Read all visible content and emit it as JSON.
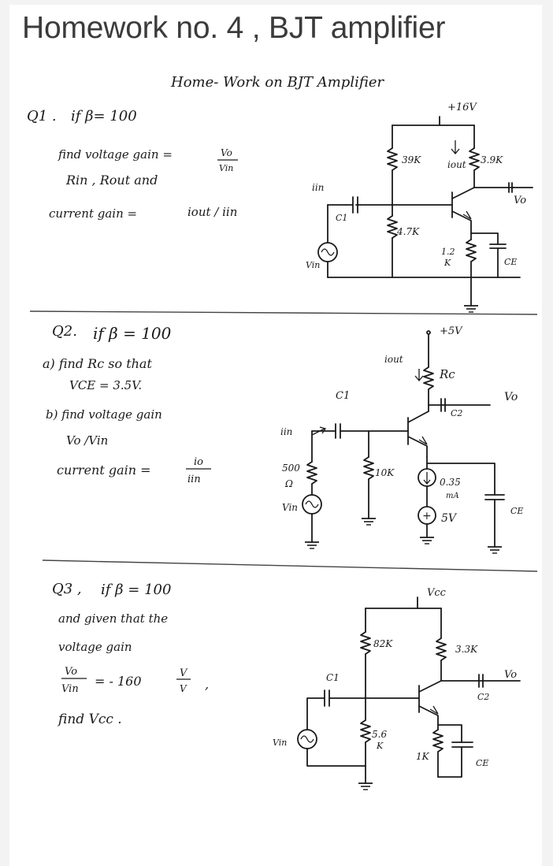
{
  "page": {
    "title": "Homework no. 4 , BJT amplifier"
  },
  "sheet": {
    "heading": "Home- Work on BJT Amplifier",
    "q1": {
      "label": "Q1 .",
      "beta": "if  β= 100",
      "line1": "find voltage gain =",
      "ratio_num": "Vo",
      "ratio_den": "Vin",
      "line2": "Rin  , Rout and",
      "line3": "current gain =",
      "line3_value": "iout / iin",
      "circuit": {
        "supply": "+16V",
        "r_top_left": "39K",
        "r_bottom_left": "4.7K",
        "r_collector": "3.9K",
        "r_emitter_num": "1.2",
        "r_emitter_unit": "K",
        "i_out": "iout",
        "i_in": "iin",
        "c1": "C1",
        "ce": "CE",
        "vo": "Vo",
        "vin": "Vin"
      }
    },
    "q2": {
      "label": "Q2.",
      "beta": "if  β = 100",
      "a": "a) find  Rc  so that",
      "a2": "VCE = 3.5V.",
      "b": "b) find voltage gain",
      "b2": "Vo /Vin",
      "current": "current gain =",
      "ratio_num": "io",
      "ratio_den": "iin",
      "circuit": {
        "supply": "+5V",
        "rc": "Rc",
        "c2": "C2",
        "c1": "C1",
        "i_out": "iout",
        "i_in": "iin",
        "r_source_value": "500",
        "r_source_unit": "Ω",
        "r_base": "10K",
        "i_source_num": "0.35",
        "i_source_unit": "mA",
        "v_neg": "5V",
        "ce": "CE",
        "vo": "Vo",
        "vin": "Vin"
      }
    },
    "q3": {
      "label": "Q3 ,",
      "beta": "if  β = 100",
      "line1": "and given that the",
      "line2": "voltage gain",
      "ratio_num": "Vo",
      "ratio_den": "Vin",
      "ratio_value": "= - 160",
      "unit_num": "V",
      "unit_den": "V",
      "line3": "find  Vcc .",
      "circuit": {
        "supply": "Vcc",
        "r_top_left": "82K",
        "r_collector": "3.3K",
        "r_bottom_left_num": "5.6",
        "r_bottom_left_unit": "K",
        "r_emitter": "1K",
        "c1": "C1",
        "c2": "C2",
        "ce": "CE",
        "vo": "Vo",
        "vin": "Vin"
      }
    }
  }
}
